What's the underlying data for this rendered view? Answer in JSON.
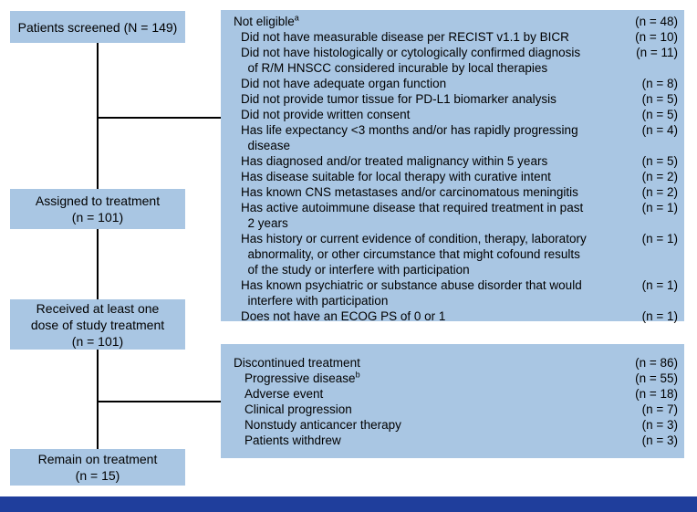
{
  "stages": {
    "screened": "Patients screened (N = 149)",
    "assigned": [
      "Assigned to treatment",
      "(n = 101)"
    ],
    "received": [
      "Received at least one",
      "dose of study treatment",
      "(n = 101)"
    ],
    "remain": [
      "Remain on treatment",
      "(n = 15)"
    ]
  },
  "not_eligible": {
    "header": "Not eligible",
    "header_sup": "a",
    "header_count": "(n = 48)",
    "items": [
      {
        "lines": [
          "Did not have measurable disease per RECIST v1.1 by BICR"
        ],
        "count": "(n = 10)"
      },
      {
        "lines": [
          "Did not have histologically or cytologically confirmed diagnosis",
          "  of R/M HNSCC considered incurable by local therapies"
        ],
        "count": "(n = 11)"
      },
      {
        "lines": [
          "Did not have adequate organ function"
        ],
        "count": "(n = 8)"
      },
      {
        "lines": [
          "Did not provide tumor tissue for PD-L1 biomarker analysis"
        ],
        "count": "(n = 5)"
      },
      {
        "lines": [
          "Did not provide written consent"
        ],
        "count": "(n = 5)"
      },
      {
        "lines": [
          "Has life expectancy <3 months and/or has rapidly progressing",
          "  disease"
        ],
        "count": "(n = 4)"
      },
      {
        "lines": [
          "Has diagnosed and/or treated malignancy within 5 years"
        ],
        "count": "(n = 5)"
      },
      {
        "lines": [
          "Has disease suitable for local therapy with curative intent"
        ],
        "count": "(n = 2)"
      },
      {
        "lines": [
          "Has known CNS metastases and/or carcinomatous meningitis"
        ],
        "count": "(n = 2)"
      },
      {
        "lines": [
          "Has active autoimmune disease that required treatment in past",
          "  2 years"
        ],
        "count": "(n = 1)"
      },
      {
        "lines": [
          "Has history or current evidence of condition, therapy, laboratory",
          "  abnormality, or other circumstance that might cofound results",
          "  of the study or interfere with participation"
        ],
        "count": "(n = 1)"
      },
      {
        "lines": [
          "Has known psychiatric or substance abuse disorder that would",
          "  interfere with participation"
        ],
        "count": "(n = 1)"
      },
      {
        "lines": [
          "Does not have an ECOG PS of 0 or 1"
        ],
        "count": "(n = 1)"
      }
    ]
  },
  "discontinued": {
    "header": "Discontinued treatment",
    "header_count": "(n = 86)",
    "items": [
      {
        "label": "Progressive disease",
        "sup": "b",
        "count": "(n = 55)"
      },
      {
        "label": "Adverse event",
        "sup": "",
        "count": "(n = 18)"
      },
      {
        "label": "Clinical progression",
        "sup": "",
        "count": "(n = 7)"
      },
      {
        "label": "Nonstudy anticancer therapy",
        "sup": "",
        "count": "(n = 3)"
      },
      {
        "label": "Patients withdrew",
        "sup": "",
        "count": "(n = 3)"
      }
    ]
  },
  "colors": {
    "box": "#a9c6e3",
    "footer": "#1f3e9c",
    "line": "#000000"
  }
}
